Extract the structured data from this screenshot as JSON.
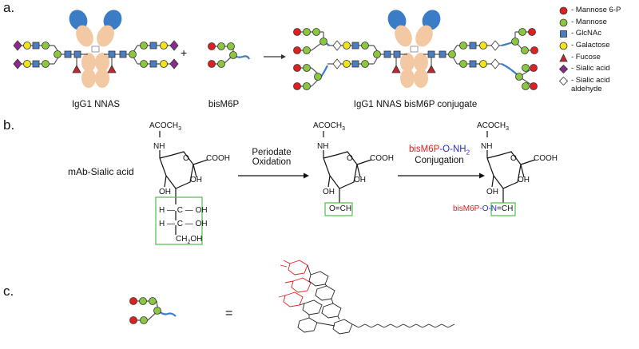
{
  "panels": {
    "a": "a.",
    "b": "b.",
    "c": "c."
  },
  "panel_a": {
    "captions": {
      "igg": "IgG1 NNAS",
      "bis": "bisM6P",
      "conj": "IgG1 NNAS bisM6P conjugate"
    },
    "plus": "+"
  },
  "legend": [
    {
      "label": "- Mannose 6-P",
      "color": "#e02020",
      "shape": "circle"
    },
    {
      "label": "- Mannose",
      "color": "#8cc63f",
      "shape": "circle"
    },
    {
      "label": "- GlcNAc",
      "color": "#4a7ec0",
      "shape": "square"
    },
    {
      "label": "- Galactose",
      "color": "#f2e21a",
      "shape": "circle"
    },
    {
      "label": "- Fucose",
      "color": "#c0282d",
      "shape": "triangle"
    },
    {
      "label": "- Sialic acid",
      "color": "#8b2b8f",
      "shape": "diamond"
    },
    {
      "label": "- Sialic acid aldehyde",
      "color": "#ffffff",
      "shape": "diamond"
    }
  ],
  "panel_b": {
    "mab_label": "mAb-Sialic acid",
    "arrow1_line1": "Periodate",
    "arrow1_line2": "Oxidation",
    "arrow2_red": "bisM6P",
    "arrow2_blue": "-O-NH",
    "arrow2_sub": "2",
    "arrow2_line2": "Conjugation",
    "acetyl": "ACOCH",
    "acetyl_sub": "3",
    "nh": "NH",
    "cooh": "COOH",
    "oh": "OH",
    "h": "H",
    "ch2oh": "CH",
    "ch2oh_sub": "2",
    "ch2oh_tail": "OH",
    "aldehyde": "O=CH",
    "conj_red": "bisM6P",
    "conj_blue": "-O-N",
    "conj_tail": "=CH"
  },
  "panel_c": {
    "equals": "="
  }
}
